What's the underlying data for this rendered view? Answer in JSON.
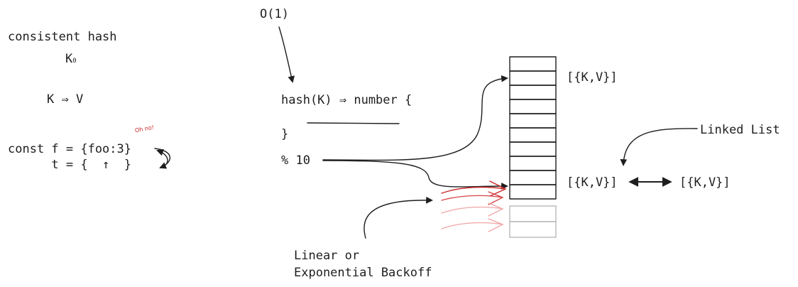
{
  "left": {
    "title": "consistent hash",
    "k_sym": "K",
    "k_sub": "0",
    "kv": "K ⇒ V",
    "oh_no": "Oh no!",
    "const_line": "const f = {foo:3}",
    "t_line": "      t = {  ↑  }"
  },
  "center": {
    "complexity": "O(1)",
    "hash_line": "hash(K) ⇒ number {",
    "close_brace": "}",
    "mod_line": "% 10"
  },
  "table": {
    "bucket_top": "[{K,V}]",
    "bucket_mid": "[{K,V}]",
    "bucket_chain": "[{K,V}]"
  },
  "labels": {
    "linked_list": "Linked List",
    "backoff_line1": "Linear or",
    "backoff_line2": "Exponential Backoff"
  },
  "colors": {
    "ink": "#1e1e1e",
    "red": "#c92a2a",
    "faded_red": "#f2a6a6",
    "faded_box": "#b8b8b8"
  }
}
